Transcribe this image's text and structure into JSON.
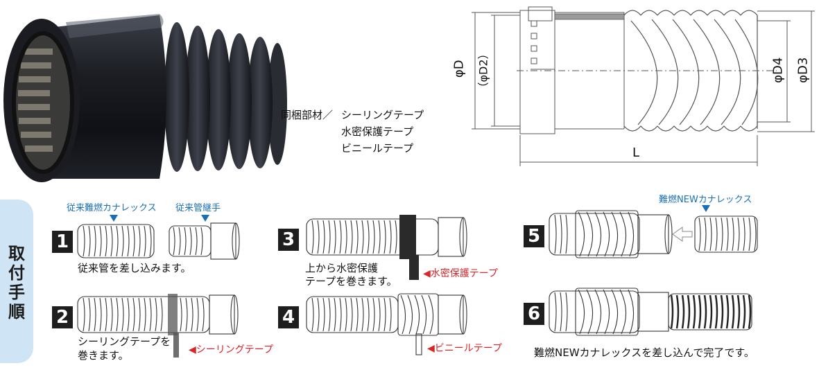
{
  "product_note": {
    "prefix": "同梱部材／",
    "items": [
      "シーリングテープ",
      "水密保護テープ",
      "ビニールテープ"
    ]
  },
  "dimensions": {
    "D": "φD",
    "D2": "（φD2）",
    "D3": "φD3",
    "D4": "φD4",
    "L": "L"
  },
  "section_title": [
    "取",
    "付",
    "手",
    "順"
  ],
  "steps": [
    {
      "num": "1",
      "label_a": "従来難燃カナレックス",
      "label_b": "従来管継手",
      "text": "従来管を差し込みます。"
    },
    {
      "num": "2",
      "text": [
        "シーリングテープを",
        "巻きます。"
      ],
      "callout": "シーリングテープ"
    },
    {
      "num": "3",
      "text": [
        "上から水密保護",
        "テープを巻きます。"
      ],
      "callout": "水密保護テープ"
    },
    {
      "num": "4",
      "callout": "ビニールテープ"
    },
    {
      "num": "5",
      "label": "難燃NEWカナレックス"
    },
    {
      "num": "6",
      "text": "難燃NEWカナレックスを差し込んで完了です。"
    }
  ],
  "colors": {
    "blue": "#1a6fb4",
    "red": "#d8262a",
    "tab": "#cfe4f4",
    "dark": "#1e1e1e"
  }
}
